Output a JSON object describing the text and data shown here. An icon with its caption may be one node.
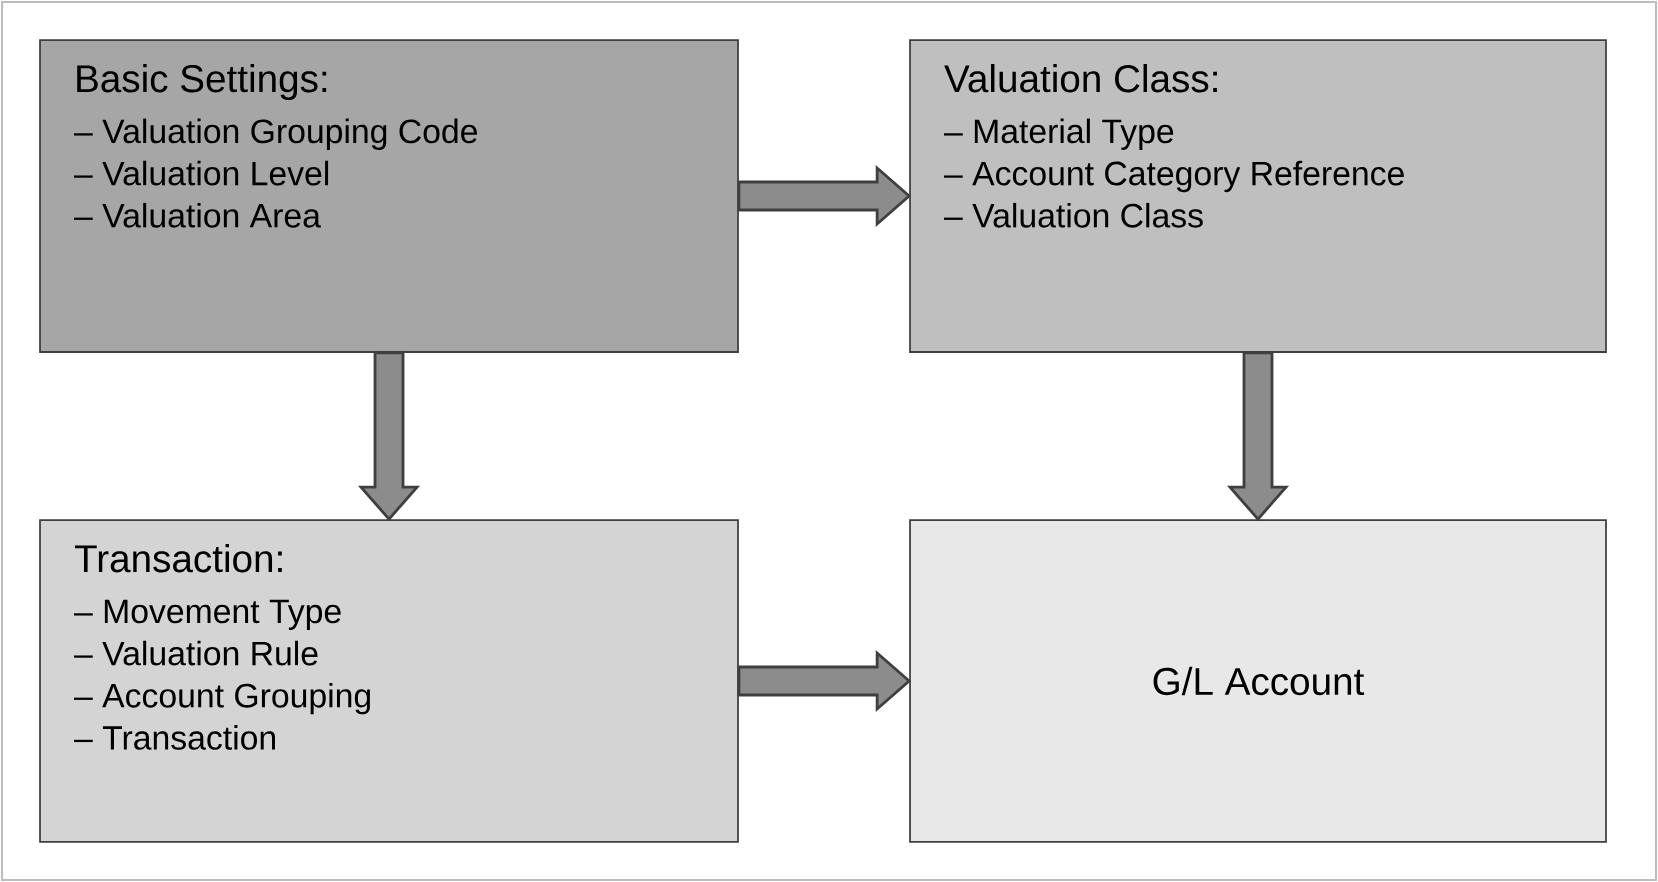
{
  "diagram": {
    "nodes": [
      {
        "text": [
          "Basic Settings:",
          "– Valuation Grouping Code",
          "– Valuation Level",
          "– Valuation Area"
        ]
      },
      {
        "text": [
          "Valuation Class:",
          "– Material Type",
          "– Account Category Reference",
          "– Valuation Class"
        ]
      },
      {
        "text": [
          "Transaction:",
          "– Movement Type",
          "– Valuation Rule",
          "– Account Grouping",
          "– Transaction"
        ]
      },
      {
        "text": [
          "G/L Account"
        ]
      }
    ],
    "edges": [
      {
        "from": 0,
        "to": 1,
        "arrow": "to"
      },
      {
        "from": 0,
        "to": 2,
        "arrow": "to"
      },
      {
        "from": 1,
        "to": 3,
        "arrow": "to"
      },
      {
        "from": 2,
        "to": 3,
        "arrow": "to"
      }
    ]
  }
}
